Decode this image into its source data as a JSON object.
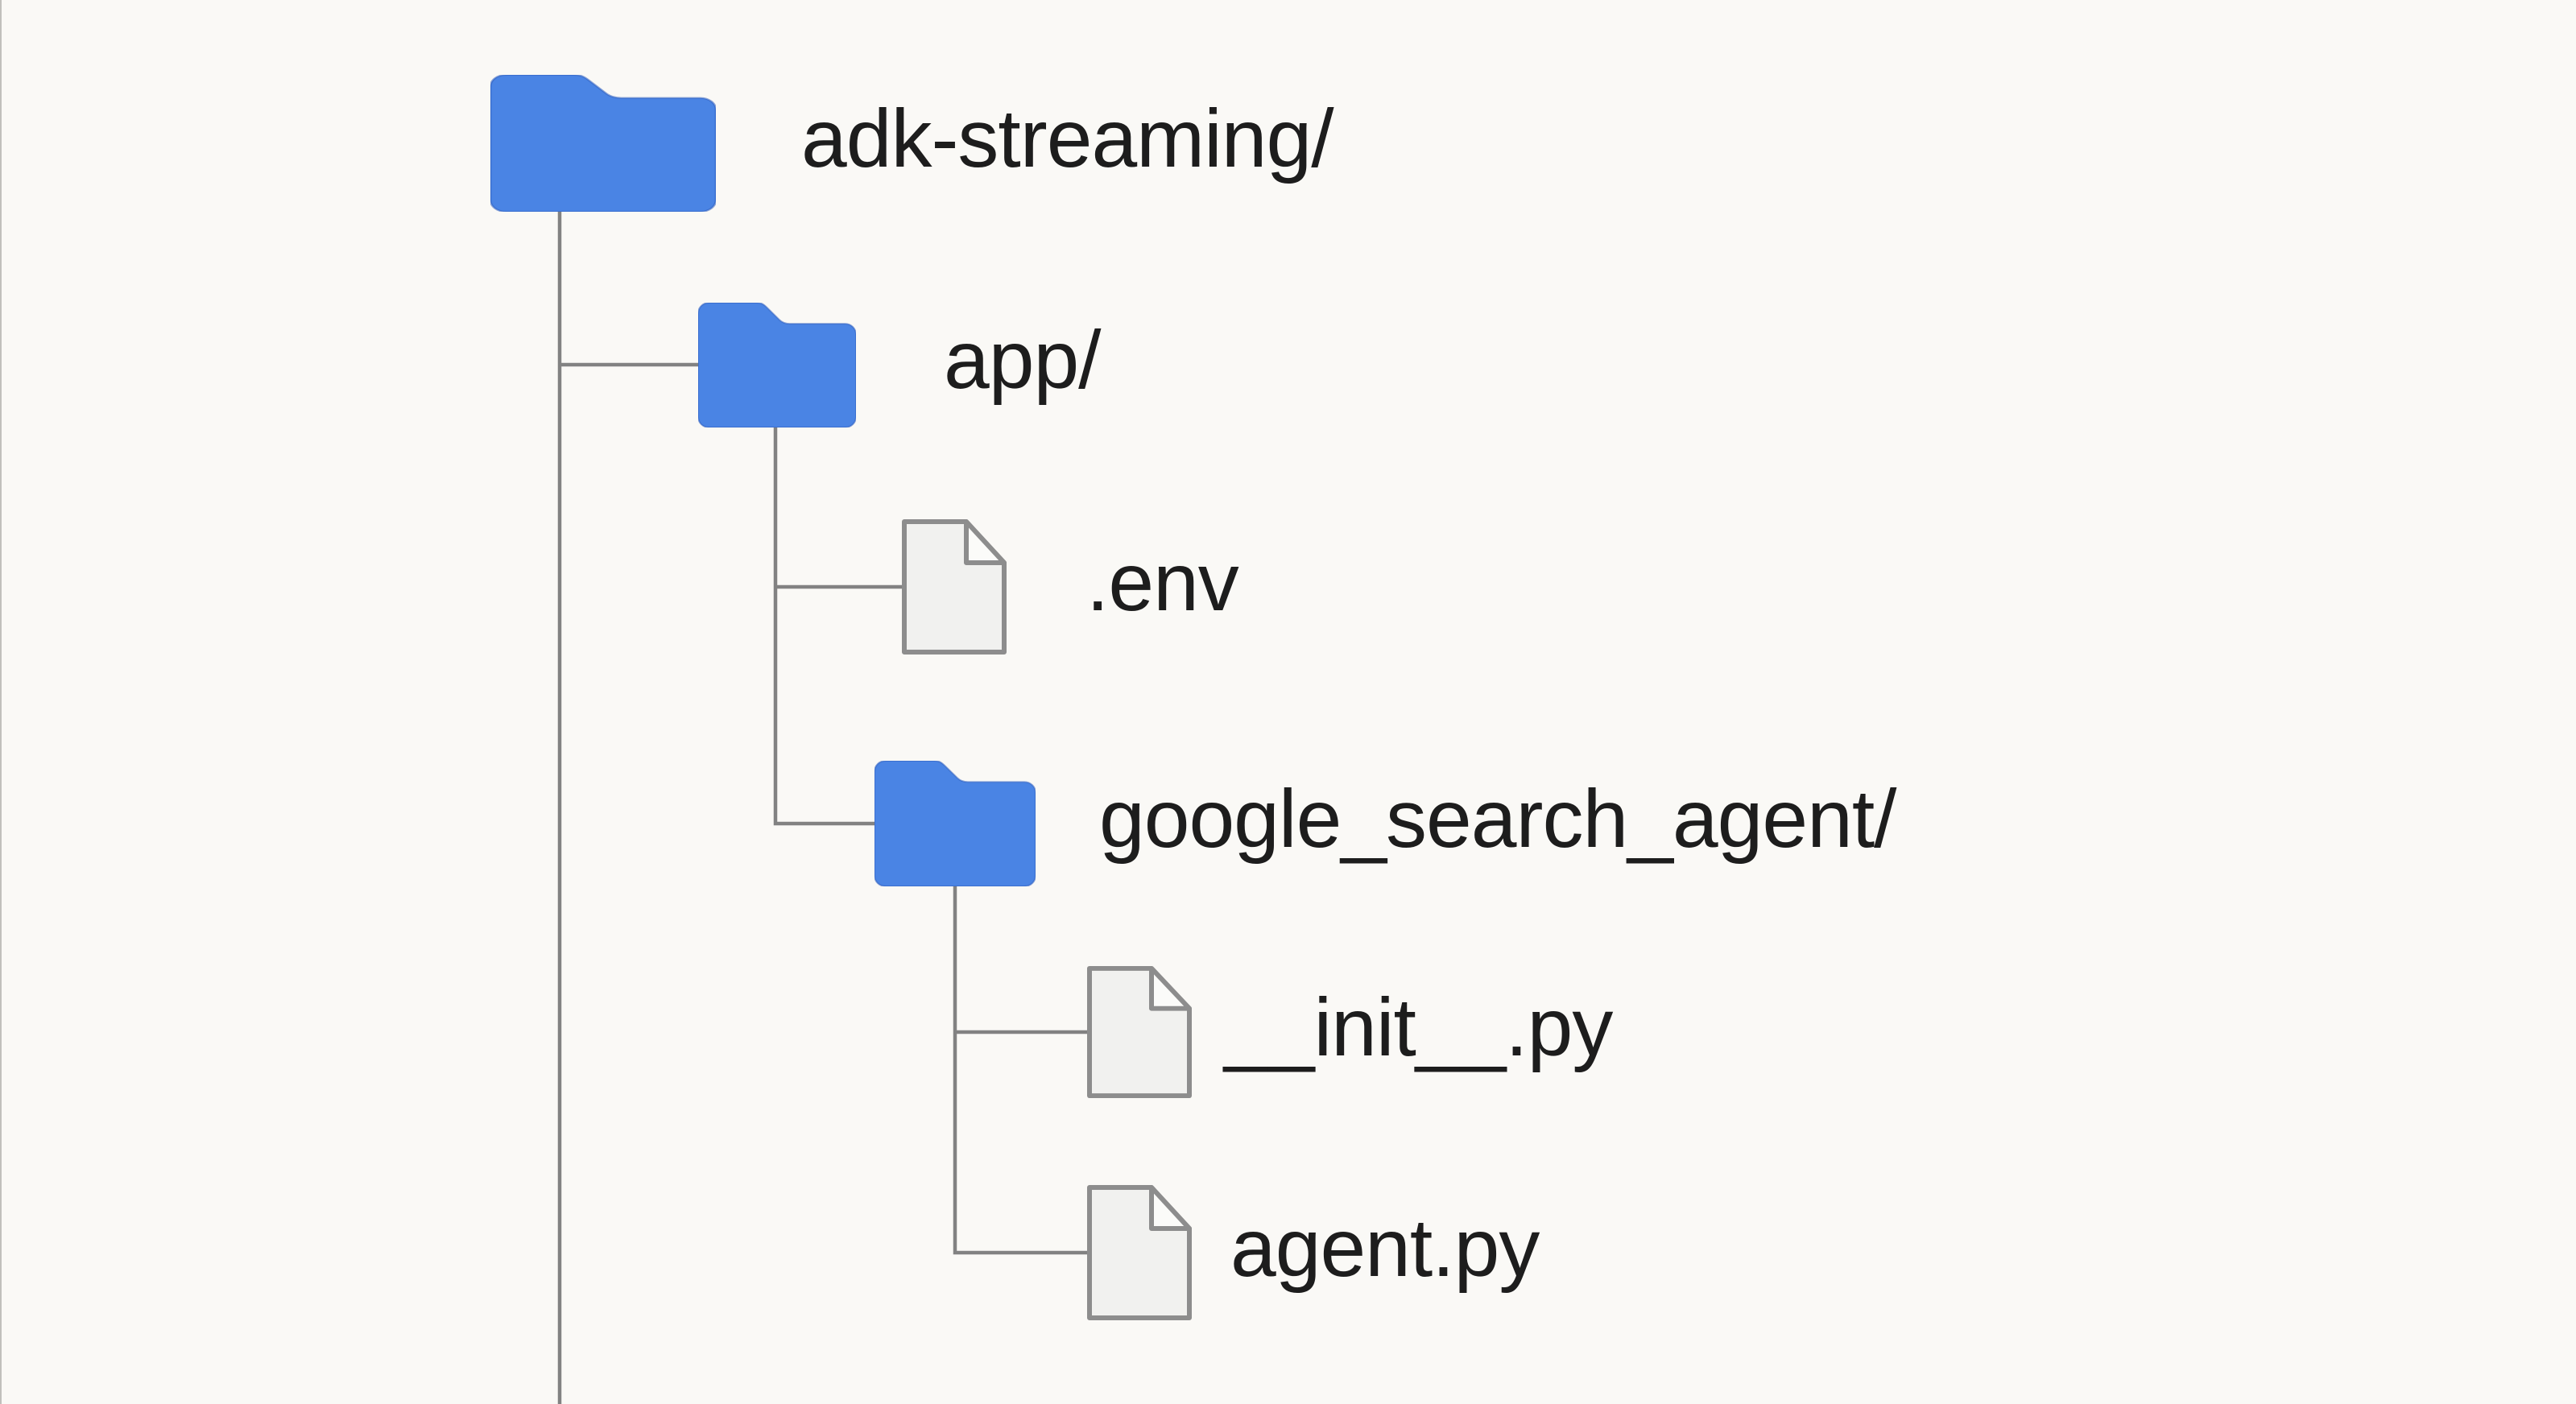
{
  "tree": {
    "root_label": "adk-streaming/",
    "nodes": [
      {
        "label": "adk-streaming/",
        "type": "folder",
        "depth": 0
      },
      {
        "label": "app/",
        "type": "folder",
        "depth": 1
      },
      {
        "label": ".env",
        "type": "file",
        "depth": 2
      },
      {
        "label": "google_search_agent/",
        "type": "folder",
        "depth": 2
      },
      {
        "label": "__init__.py",
        "type": "file",
        "depth": 3
      },
      {
        "label": "agent.py",
        "type": "file",
        "depth": 3
      }
    ]
  },
  "colors": {
    "bg": "#faf9f6",
    "folder_blue": "#4a84e4",
    "line_gray": "#828282",
    "file_fill": "#f1f1ef",
    "file_stroke": "#8d8d8d",
    "text_color": "#1d1d1d"
  }
}
